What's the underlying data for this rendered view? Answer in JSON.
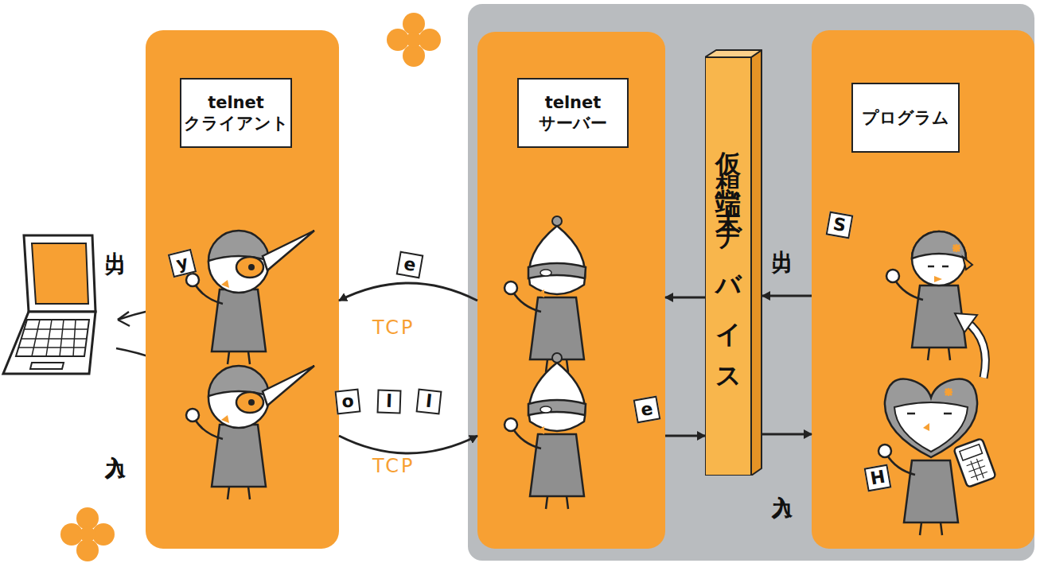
{
  "diagram": {
    "nodes": [
      {
        "text": [
          "telnet クライアント"
        ]
      },
      {
        "text": [
          "telnet サーバー"
        ]
      },
      {
        "text": [
          "仮想端末デバイス"
        ]
      },
      {
        "text": [
          "プログラム"
        ]
      }
    ],
    "edges": [
      {
        "from": 0,
        "to": 1,
        "arrow": "to",
        "label": "TCP"
      },
      {
        "from": 1,
        "to": 0,
        "arrow": "to",
        "label": "TCP"
      },
      {
        "from": 1,
        "to": 2,
        "arrow": "to"
      },
      {
        "from": 2,
        "to": 1,
        "arrow": "to"
      },
      {
        "from": 2,
        "to": 3,
        "arrow": "to",
        "label": "入力"
      },
      {
        "from": 3,
        "to": 2,
        "arrow": "to",
        "label": "出力"
      }
    ],
    "labels": [
      "出力",
      "入力",
      "y",
      "e",
      "o",
      "l",
      "l",
      "e",
      "S",
      "H"
    ]
  }
}
